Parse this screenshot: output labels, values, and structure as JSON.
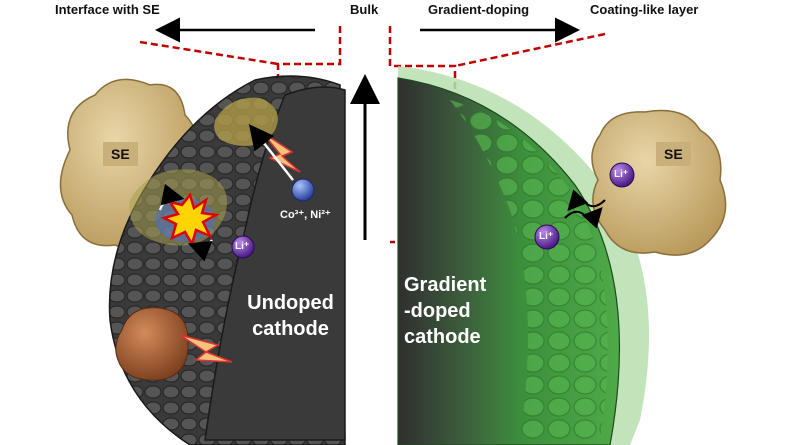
{
  "labels": {
    "interface": "Interface with SE",
    "bulk": "Bulk",
    "gradient_doping": "Gradient-doping",
    "coating_layer": "Coating-like layer",
    "se_left": "SE",
    "se_right": "SE",
    "cations": "Co³⁺, Ni²⁺",
    "li_left": "Li⁺",
    "li_right_1": "Li⁺",
    "li_right_2": "Li⁺",
    "undoped_line1": "Undoped",
    "undoped_line2": "cathode",
    "gradient_line1": "Gradient",
    "gradient_line2": "-doped",
    "gradient_line3": "cathode"
  },
  "colors": {
    "dashed_box": "#c00000",
    "undoped_shell": "#2b2b2b",
    "gradient_green": "#3f9a3f",
    "coating_green": "#a9d79f",
    "se_particle": "#d9c08a",
    "li_ion": "#6a2aa8",
    "cation_ion": "#3b5fc0"
  },
  "icons": [
    "lightning-icon",
    "explosion-icon",
    "arrow-icon"
  ]
}
